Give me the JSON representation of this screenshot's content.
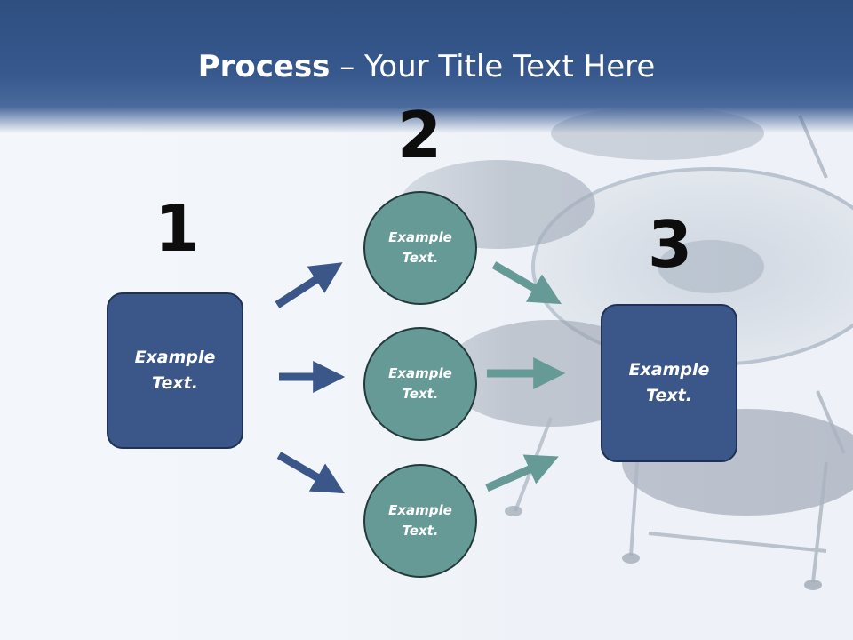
{
  "title": {
    "bold": "Process",
    "rest": " – Your Title Text Here"
  },
  "steps": [
    {
      "number": "1",
      "text": "Example\nText."
    },
    {
      "number": "2",
      "items": [
        "Example\nText.",
        "Example\nText.",
        "Example\nText."
      ]
    },
    {
      "number": "3",
      "text": "Example\nText."
    }
  ],
  "colors": {
    "header": "#36588d",
    "box": "#3b5688",
    "circle": "#669a97",
    "arrow_blue": "#3b5688",
    "arrow_teal": "#669a97"
  }
}
